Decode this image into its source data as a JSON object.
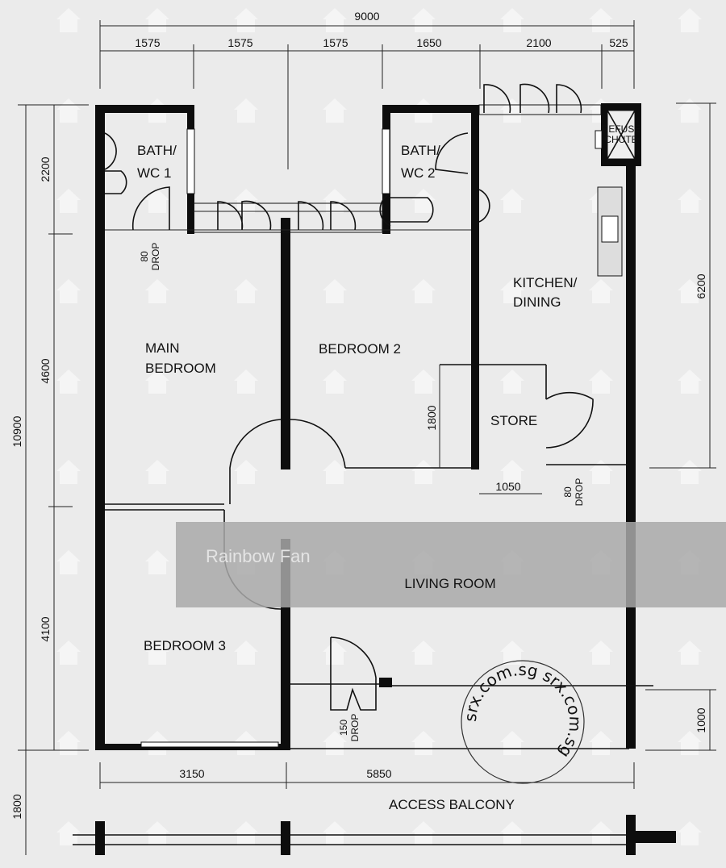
{
  "dimensions": {
    "overall_width": "9000",
    "top": [
      "1575",
      "1575",
      "1575",
      "1650",
      "2100",
      "525"
    ],
    "left_overall": "10900",
    "left": [
      "2200",
      "4600",
      "4100",
      "1800"
    ],
    "right": [
      "6200",
      "1000"
    ],
    "bottom": [
      "3150",
      "5850"
    ],
    "store_height": "1800",
    "store_width": "1050"
  },
  "rooms": {
    "bath1": [
      "BATH/",
      "WC 1"
    ],
    "bath2": [
      "BATH/",
      "WC 2"
    ],
    "refuse": [
      "REFUSE",
      "CHUTE"
    ],
    "kitchen": [
      "KITCHEN/",
      "DINING"
    ],
    "main_bedroom": [
      "MAIN",
      "BEDROOM"
    ],
    "bedroom2": "BEDROOM 2",
    "store": "STORE",
    "living": "LIVING ROOM",
    "bedroom3": "BEDROOM 3",
    "balcony": "ACCESS BALCONY"
  },
  "drops": [
    [
      "80",
      "DROP"
    ],
    [
      "80",
      "DROP"
    ],
    [
      "150",
      "DROP"
    ]
  ],
  "banner_name": "Rainbow Fan",
  "stamp_text": "srx.com.sg srx.com.sg ",
  "watermark": {
    "brand": "SRX",
    "domain": ".com.sg"
  },
  "colors": {
    "background": "#ebebeb",
    "ink": "#111111",
    "banner": "#a9a9a9"
  }
}
